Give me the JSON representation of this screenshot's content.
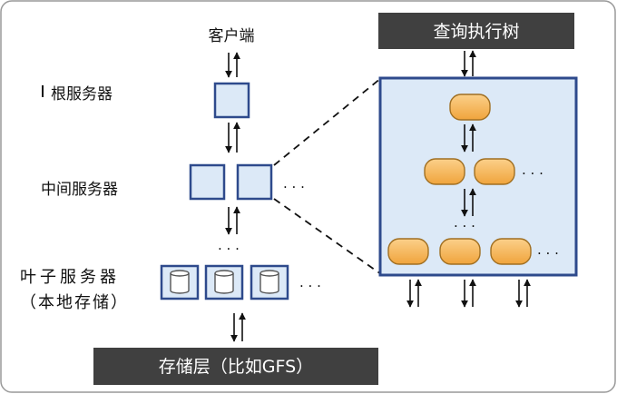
{
  "diagram": {
    "client_label": "客户端",
    "root_label": "根服务器",
    "intermediate_label": "中间服务器",
    "leaf_label_line1": "叶子服务器",
    "leaf_label_line2": "（本地存储）",
    "storage_label": "存储层（比如GFS）",
    "tree_title": "查询执行树",
    "ellipsis": ". . .",
    "colors": {
      "server_fill": "#dce9f7",
      "server_stroke": "#2e4a8c",
      "panel_fill": "#dce9f7",
      "node_fill": "#f5b55a",
      "node_stroke": "#a06f22",
      "header_fill": "#404040"
    }
  }
}
